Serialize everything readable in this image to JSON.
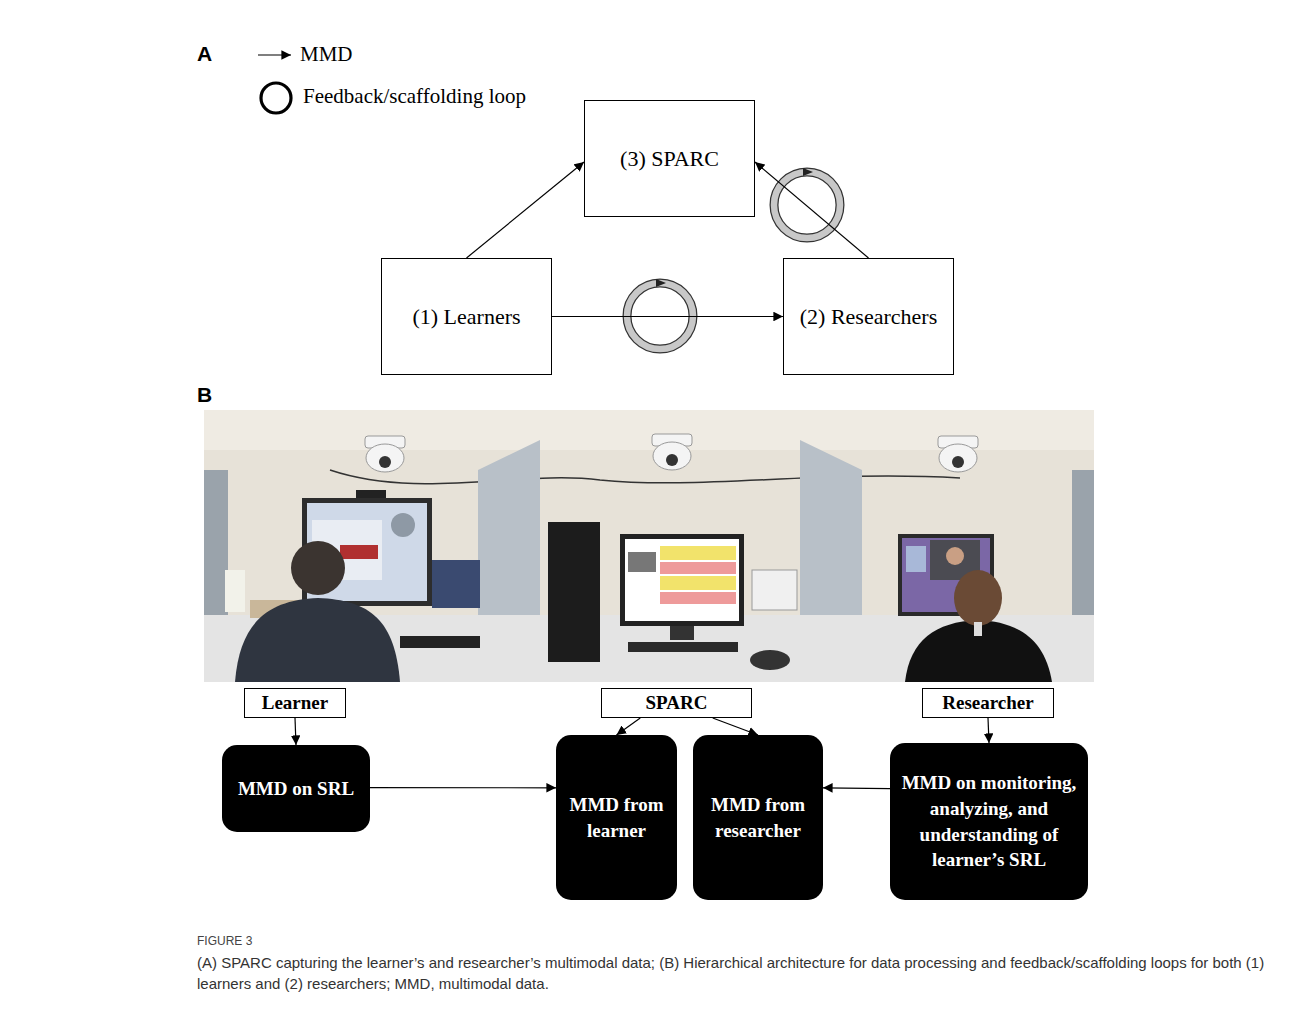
{
  "diagram": {
    "caption": "(A) SPARC capturing the learner’s and researcher’s multimodal data; (B) Hierarchical architecture for data processing and feedback/scaffolding loops for both (1) learners and (2) researchers; MMD, multimodal data.",
    "nodes": [
      {
        "text": [
          "(3) SPARC"
        ]
      },
      {
        "text": [
          "(1) Learners"
        ]
      },
      {
        "text": [
          "(2) Researchers"
        ]
      },
      {
        "text": [
          "Learner"
        ]
      },
      {
        "text": [
          "SPARC"
        ]
      },
      {
        "text": [
          "Researcher"
        ]
      },
      {
        "text": [
          "MMD on SRL"
        ]
      },
      {
        "text": [
          "MMD from learner"
        ]
      },
      {
        "text": [
          "MMD from researcher"
        ]
      },
      {
        "text": [
          "MMD on monitoring, analyzing, and understanding of learner’s SRL"
        ]
      }
    ],
    "edges": [
      {
        "from": 1,
        "to": 0,
        "arrow": "to"
      },
      {
        "from": 1,
        "to": 2,
        "arrow": "to"
      },
      {
        "from": 2,
        "to": 0,
        "arrow": "to"
      },
      {
        "from": 3,
        "to": 6,
        "arrow": "to"
      },
      {
        "from": 4,
        "to": 7,
        "arrow": "to"
      },
      {
        "from": 4,
        "to": 8,
        "arrow": "to"
      },
      {
        "from": 5,
        "to": 9,
        "arrow": "to"
      },
      {
        "from": 6,
        "to": 7,
        "arrow": "to"
      },
      {
        "from": 9,
        "to": 8,
        "arrow": "to"
      }
    ],
    "labels": [
      "A",
      "B",
      "FIGURE 3"
    ],
    "legend": [
      {
        "text": "MMD"
      },
      {
        "text": "Feedback/scaffolding loop"
      }
    ]
  }
}
